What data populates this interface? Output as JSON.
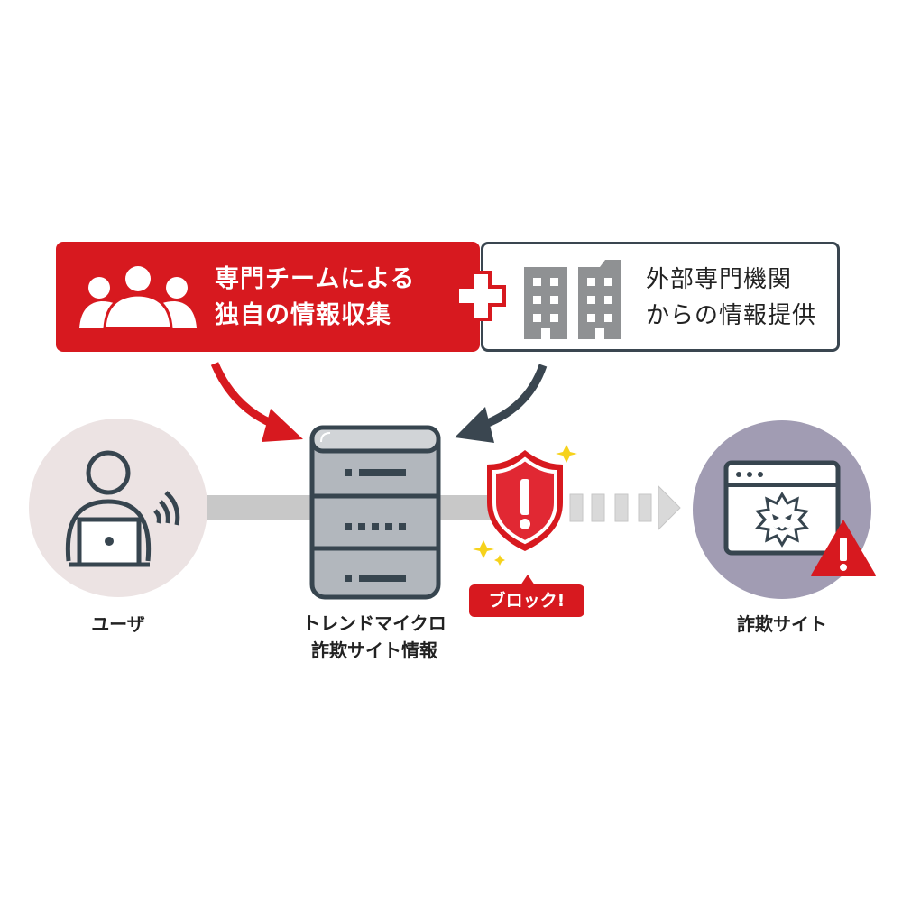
{
  "sources": {
    "internal": {
      "line1": "専門チームによる",
      "line2": "独自の情報収集",
      "icon": "team-icon",
      "color": "#d7191f"
    },
    "external": {
      "line1": "外部専門機関",
      "line2": "からの情報提供",
      "icon": "buildings-icon",
      "border_color": "#3a4650"
    },
    "combine_icon": "plus-icon"
  },
  "nodes": {
    "user": {
      "label": "ユーザ",
      "icon": "user-laptop-icon",
      "bg": "#ece3e3"
    },
    "database": {
      "line1": "トレンドマイクロ",
      "line2": "詐欺サイト情報",
      "icon": "server-icon"
    },
    "scam_site": {
      "label": "詐欺サイト",
      "icon": "malicious-browser-icon",
      "bg": "#a19cb3"
    }
  },
  "block": {
    "badge": "ブロック!",
    "icon": "shield-warning-icon",
    "color": "#d7191f"
  },
  "arrows": {
    "internal_arrow_color": "#d7191f",
    "external_arrow_color": "#3a4650",
    "flow_color": "#c8c8c8"
  }
}
